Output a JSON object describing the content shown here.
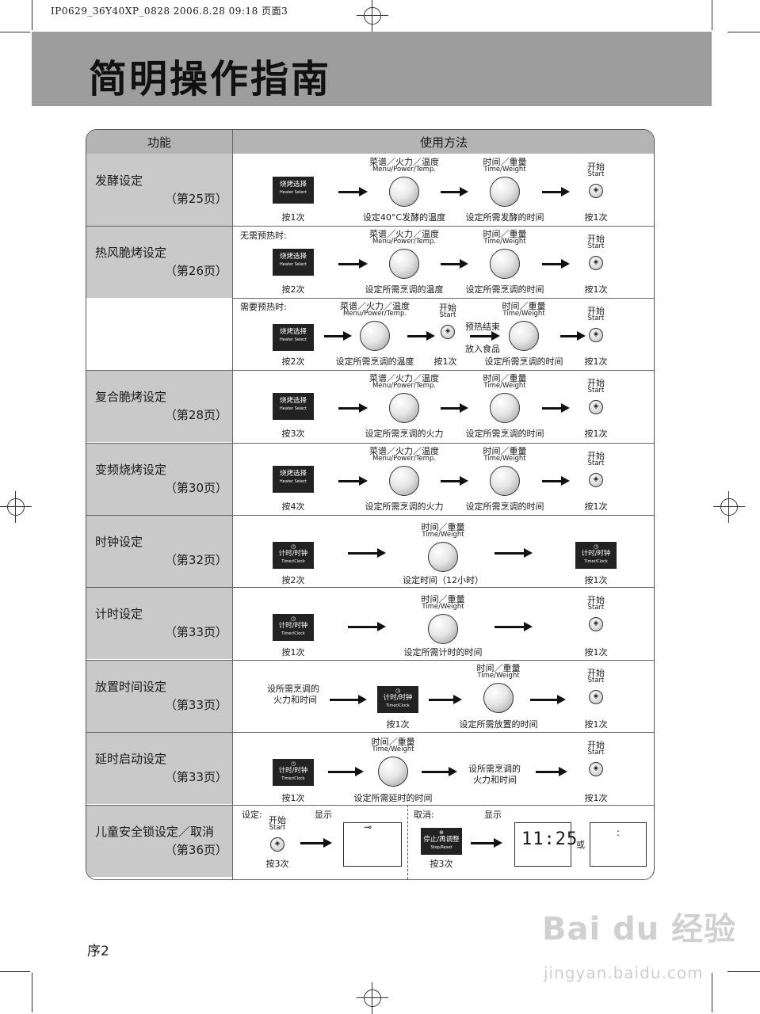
{
  "print_header": "IP0629_36Y40XP_0828  2006.8.28 09:18  页面3",
  "title": "简明操作指南",
  "columns": {
    "function": "功能",
    "usage": "使用方法"
  },
  "common": {
    "menu_power_temp": "菜谱／火力／温度",
    "menu_power_temp_en": "Menu/Power/Temp.",
    "time_weight": "时间／重量",
    "time_weight_en": "Time/Weight",
    "start": "开始",
    "start_en": "Start",
    "heater_select": "烧烤选择",
    "heater_select_en": "Heater Select",
    "timer_clock": "计时/时钟",
    "timer_clock_en": "Timer/Clock",
    "stop_reset": "停止/再调整",
    "stop_reset_en": "Stop/Reset"
  },
  "rows": [
    {
      "name": "发酵设定",
      "page": "（第25页）",
      "steps": [
        "按1次",
        "设定40°C发酵的温度",
        "设定所需发酵的时间",
        "按1次"
      ]
    },
    {
      "name": "热风脆烤设定",
      "page": "（第26页）",
      "sub_a": {
        "note": "无需预热时:",
        "steps": [
          "按2次",
          "设定所需烹调的温度",
          "设定所需烹调的时间",
          "按1次"
        ]
      },
      "sub_b": {
        "note": "需要预热时:",
        "steps": [
          "按2次",
          "设定所需烹调的温度",
          "按1次",
          "设定所需烹调的时间",
          "按1次"
        ],
        "preheat_done": "预热结束",
        "put_food": "放入食品"
      }
    },
    {
      "name": "复合脆烤设定",
      "page": "（第28页）",
      "steps": [
        "按3次",
        "设定所需烹调的火力",
        "设定所需烹调的时间",
        "按1次"
      ]
    },
    {
      "name": "变频烧烤设定",
      "page": "（第30页）",
      "steps": [
        "按4次",
        "设定所需烹调的火力",
        "设定所需烹调的时间",
        "按1次"
      ]
    },
    {
      "name": "时钟设定",
      "page": "（第32页）",
      "steps": [
        "按2次",
        "设定时间（12小时）",
        "按1次"
      ]
    },
    {
      "name": "计时设定",
      "page": "（第33页）",
      "steps": [
        "按1次",
        "设定所需计时的时间",
        "按1次"
      ]
    },
    {
      "name": "放置时间设定",
      "page": "（第33页）",
      "pre_text": [
        "设所需烹调的",
        "火力和时间"
      ],
      "steps": [
        "按1次",
        "设定所需放置的时间",
        "按1次"
      ]
    },
    {
      "name": "延时启动设定",
      "page": "（第33页）",
      "mid_text": [
        "设所需烹调的",
        "火力和时间"
      ],
      "steps": [
        "按1次",
        "设定所需延时的时间",
        "按1次"
      ]
    },
    {
      "name": "儿童安全锁设定／取消",
      "page": "（第36页）",
      "set_label": "设定:",
      "cancel_label": "取消:",
      "display": "显示",
      "press3": "按3次",
      "lcd_time": "11:25",
      "or": "或",
      "lcd_colon": ":"
    }
  ],
  "page_number": "序2",
  "watermark": "Bai du 经验",
  "watermark_url": "jingyan.baidu.com"
}
